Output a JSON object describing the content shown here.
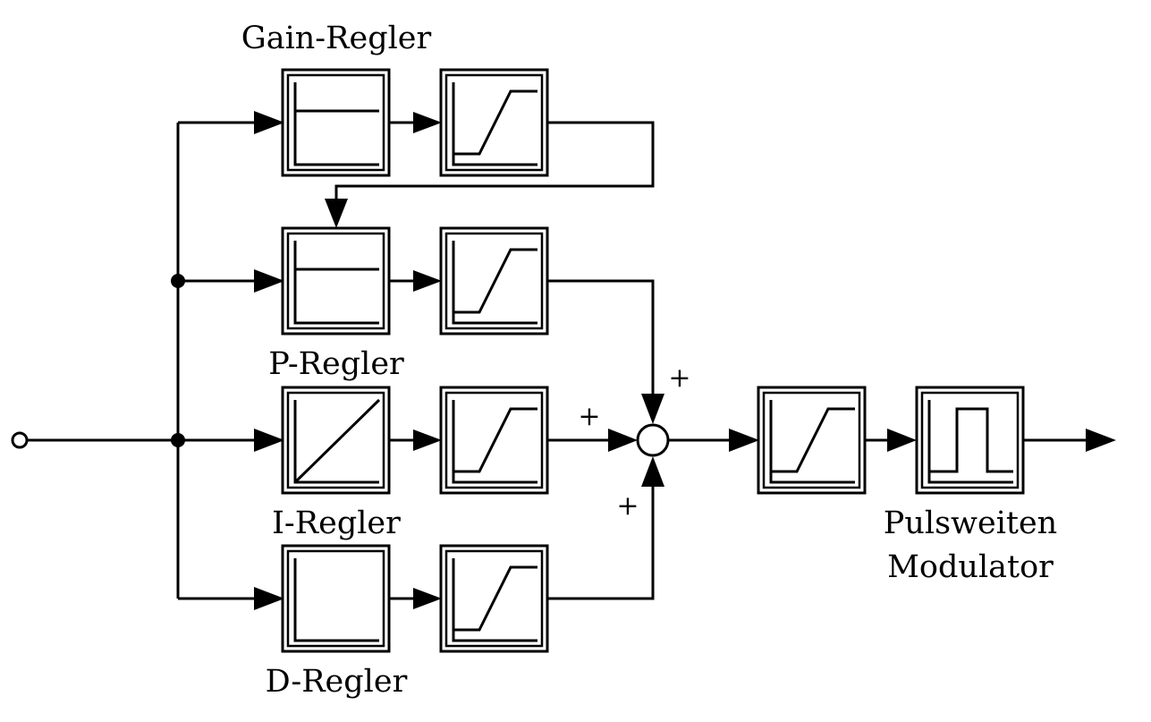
{
  "labels": {
    "gain": "Gain-Regler",
    "p": "P-Regler",
    "i": "I-Regler",
    "d": "D-Regler",
    "pwm_line1": "Pulsweiten",
    "pwm_line2": "Modulator"
  },
  "signs": {
    "top": "+",
    "left": "+",
    "bottom": "+"
  }
}
